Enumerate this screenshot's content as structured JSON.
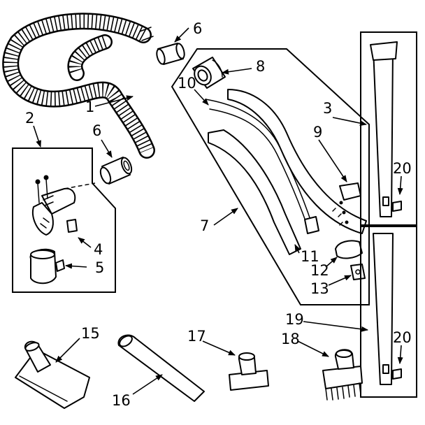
{
  "diagram": {
    "callouts": {
      "c1": "1",
      "c2": "2",
      "c3": "3",
      "c4": "4",
      "c5": "5",
      "c6a": "6",
      "c6b": "6",
      "c7": "7",
      "c8": "8",
      "c9": "9",
      "c10": "10",
      "c11": "11",
      "c12": "12",
      "c13": "13",
      "c15": "15",
      "c16": "16",
      "c17": "17",
      "c18": "18",
      "c19": "19",
      "c20a": "20",
      "c20b": "20"
    },
    "colors": {
      "ink": "#000000",
      "paper": "#ffffff"
    }
  }
}
